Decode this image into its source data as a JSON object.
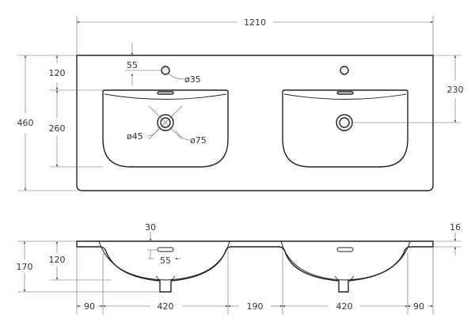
{
  "top_view": {
    "overall_width": "1210",
    "overall_depth": "460",
    "tap_offset": "120",
    "basin_depth": "260",
    "tap_hole_distance": "55",
    "tap_hole_diameter": "ø35",
    "drain_position": "230",
    "drain_inner_diameter": "ø45",
    "drain_outer_diameter": "ø75"
  },
  "side_view": {
    "overflow_offset": "30",
    "slab_thickness": "16",
    "total_height": "170",
    "basin_height": "120",
    "overflow_height": "55",
    "segments": [
      "90",
      "420",
      "190",
      "420",
      "90"
    ]
  },
  "colors": {
    "line": "#222222",
    "dimension": "#666666"
  }
}
